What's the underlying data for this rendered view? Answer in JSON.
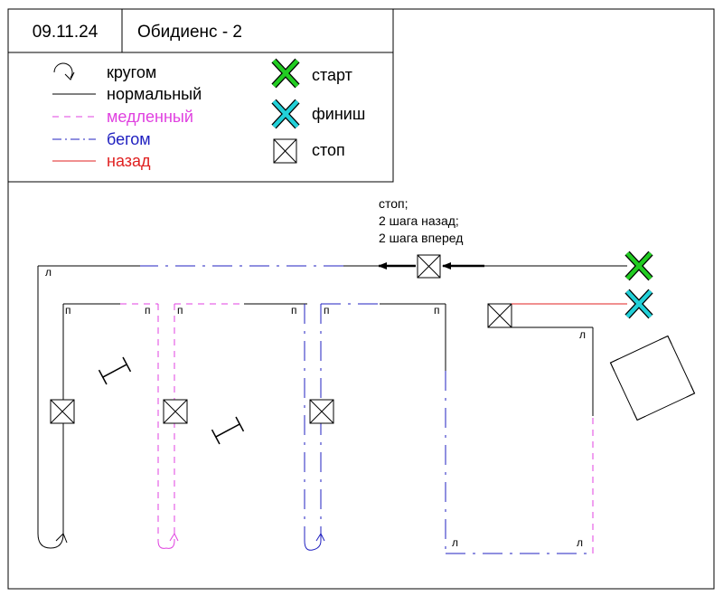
{
  "header": {
    "date": "09.11.24",
    "title": "Обидиенс - 2"
  },
  "legend": {
    "left": [
      {
        "label": "кругом",
        "icon": "turn-around-icon",
        "color": "#000000"
      },
      {
        "label": "нормальный",
        "icon": "solid-line",
        "color": "#000000"
      },
      {
        "label": "медленный",
        "icon": "dashed-line",
        "color": "#e040e0"
      },
      {
        "label": "бегом",
        "icon": "dash-dot-line",
        "color": "#2020c0"
      },
      {
        "label": "назад",
        "icon": "solid-line",
        "color": "#e02020"
      }
    ],
    "right": [
      {
        "label": "старт",
        "icon": "start-cross-icon",
        "color": "#22cc22"
      },
      {
        "label": "финиш",
        "icon": "finish-cross-icon",
        "color": "#22d0d8"
      },
      {
        "label": "стоп",
        "icon": "stop-box-icon",
        "color": "#000000"
      }
    ]
  },
  "annotation": {
    "line1": "стоп;",
    "line2": "2 шага назад;",
    "line3": "2 шага вперед"
  },
  "marks": {
    "left_turn": "л",
    "right_turn": "п"
  },
  "colors": {
    "normal": "#000000",
    "slow": "#e040e0",
    "run": "#2020c0",
    "back": "#e02020",
    "start": "#22cc22",
    "finish": "#22d0d8"
  }
}
